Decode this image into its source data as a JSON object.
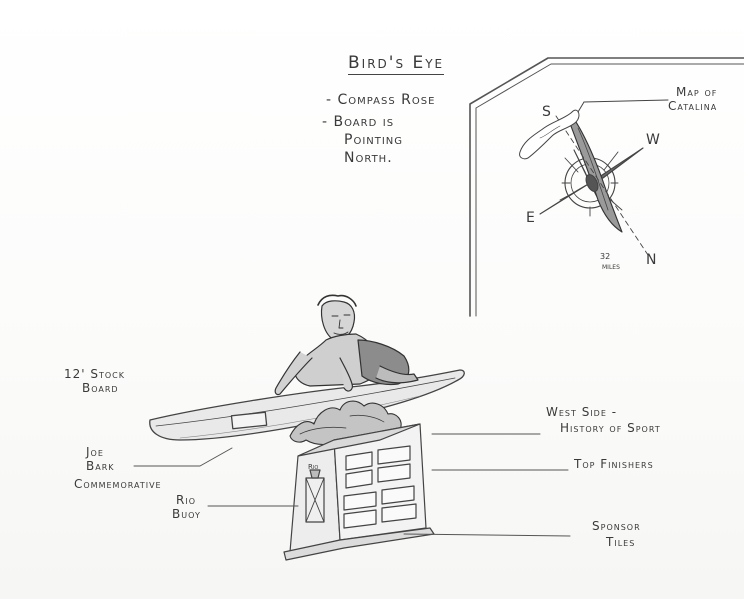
{
  "birds_eye": {
    "title": "Bird's Eye",
    "notes": [
      "- Compass Rose",
      "- Board is",
      "Pointing",
      "North."
    ]
  },
  "compass": {
    "map_label_line1": "Map of",
    "map_label_line2": "Catalina",
    "dir_s": "S",
    "dir_w": "W",
    "dir_e": "E",
    "dir_n": "N",
    "miles_num": "32",
    "miles_unit": "miles"
  },
  "callouts": {
    "stock_board_line1": "12' Stock",
    "stock_board_line2": "Board",
    "joe_bark_line1": "Joe",
    "joe_bark_line2": "Bark",
    "joe_bark_line3": "Commemorative",
    "rio_buoy_line1": "Rio",
    "rio_buoy_line2": "Buoy",
    "west_side_line1": "West Side -",
    "west_side_line2": "History of Sport",
    "top_finishers": "Top Finishers",
    "sponsor_tiles_line1": "Sponsor",
    "sponsor_tiles_line2": "Tiles"
  },
  "pedestal": {
    "buoy_text": "Rio"
  }
}
